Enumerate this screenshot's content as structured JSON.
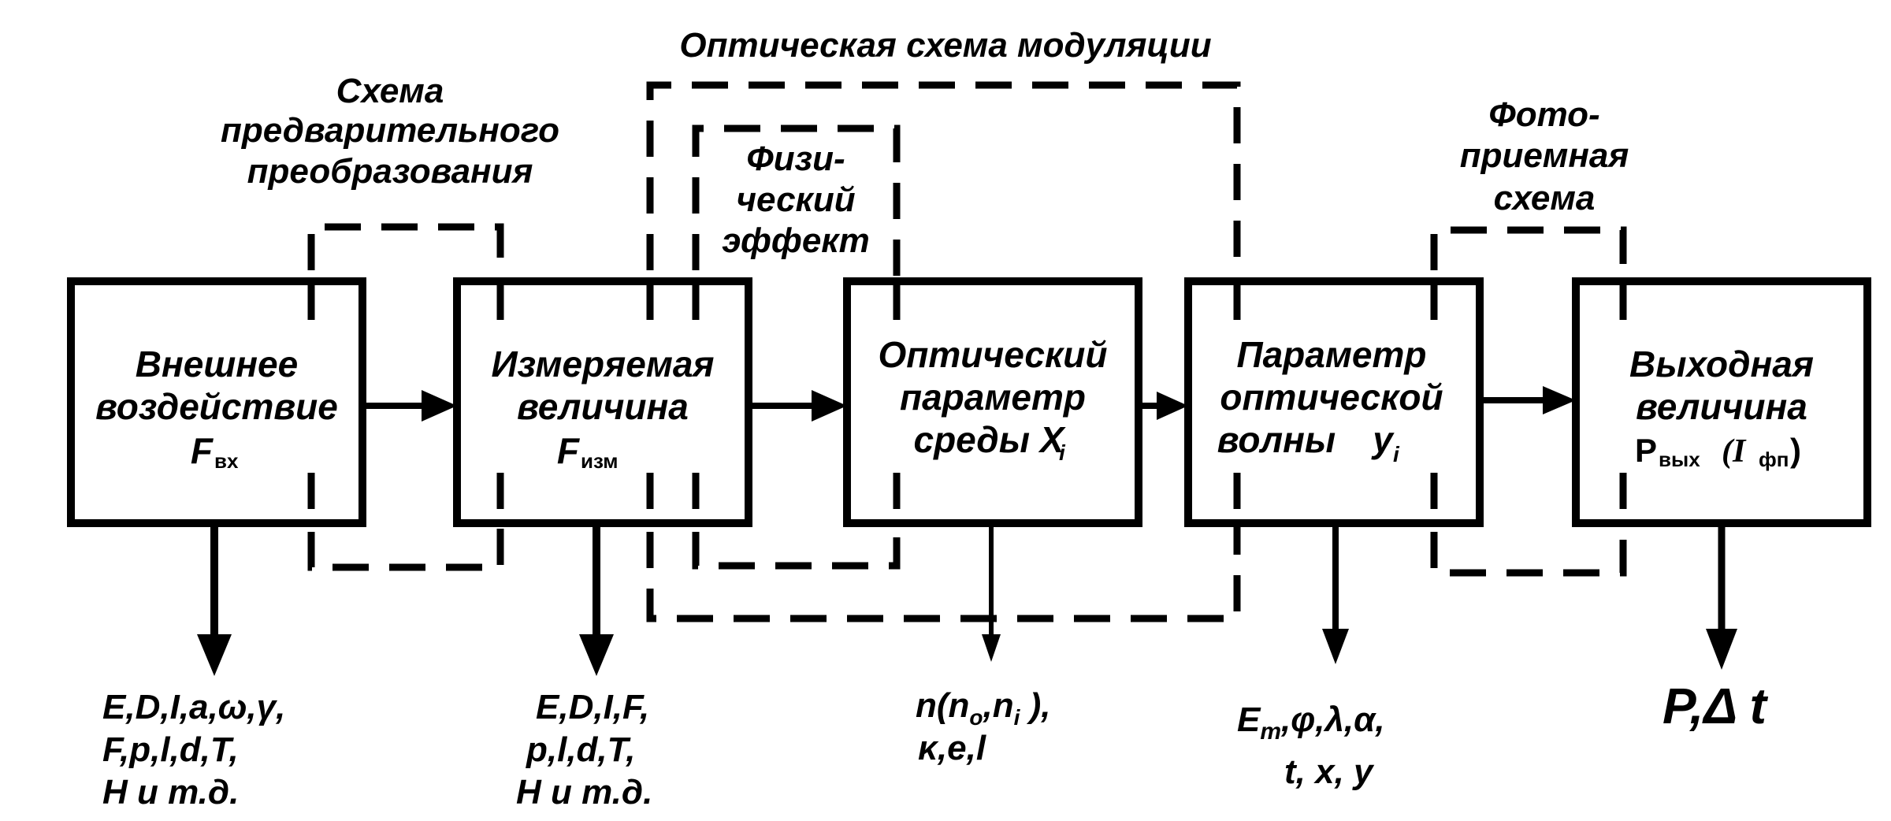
{
  "blocks": {
    "external": {
      "line1": "Внешнее",
      "line2": "воздействие",
      "symbol": "F",
      "sub": "вх"
    },
    "measured": {
      "line1": "Измеряемая",
      "line2": "величина",
      "symbol": "F",
      "sub": "изм"
    },
    "optical_param": {
      "line1": "Оптический",
      "line2": "параметр",
      "line3": "среды X",
      "sub": "i"
    },
    "wave_param": {
      "line1": "Параметр",
      "line2": "оптической",
      "line3": "волны",
      "symbol": "y",
      "sub": "i"
    },
    "output": {
      "line1": "Выходная",
      "line2": "величина",
      "symbol": "P",
      "sub": "вых",
      "extra": "(I",
      "extra_sub": "фп",
      "extra_end": ")"
    }
  },
  "groups": {
    "preconversion": {
      "line1": "Схема",
      "line2": "предварительного",
      "line3": "преобразования"
    },
    "modulation": {
      "line1": "Оптическая схема модуляции"
    },
    "physical_effect": {
      "line1": "Физи-",
      "line2": "ческий",
      "line3": "эффект"
    },
    "photodetector": {
      "line1": "Фото-",
      "line2": "приемная",
      "line3": "схема"
    }
  },
  "parameters": {
    "external": {
      "line1": "E,D,I,a,ω,γ,",
      "line2": "F,p,l,d,T,",
      "line3": "H и т.д."
    },
    "measured": {
      "line1": "E,D,I,F,",
      "line2": "p,l,d,T,",
      "line3": "H и т.д."
    },
    "optical_param": {
      "line1": "n(n",
      "line1_sub": "o",
      "line1_mid": ",n",
      "line1_sub2": "i",
      "line1_end": " ),",
      "line2": "κ,e,l"
    },
    "wave_param": {
      "line1_main": "E",
      "line1_sub": "m",
      "line1_rest": ",φ,λ,α,",
      "line2": "t, x, y"
    },
    "output": {
      "line1": "P,Δ t"
    }
  }
}
